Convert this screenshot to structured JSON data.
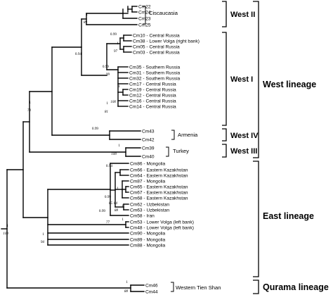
{
  "taxa": [
    {
      "id": "Cm22",
      "label": "Cm22"
    },
    {
      "id": "Cm24",
      "label": "Cm24"
    },
    {
      "id": "Cm23",
      "label": "Cm23"
    },
    {
      "id": "Cm25",
      "label": "Cm25"
    },
    {
      "id": "Cm10",
      "label": "Cm10 - Central Russia"
    },
    {
      "id": "Cm38",
      "label": "Cm38 - Lower Volga (right bank)"
    },
    {
      "id": "Cm05",
      "label": "Cm05 - Central Russia"
    },
    {
      "id": "Cm03",
      "label": "Cm03 - Central Russia"
    },
    {
      "id": "Cm35",
      "label": "Cm35 - Southern Russia"
    },
    {
      "id": "Cm31",
      "label": "Cm31 - Southern Russia"
    },
    {
      "id": "Cm32",
      "label": "Cm32 - Southern Russia"
    },
    {
      "id": "Cm17",
      "label": "Cm17 - Central Russia"
    },
    {
      "id": "Cm19",
      "label": "Cm19 - Central Russia"
    },
    {
      "id": "Cm12",
      "label": "Cm12 - Central Russia"
    },
    {
      "id": "Cm16",
      "label": "Cm16 - Central Russia"
    },
    {
      "id": "Cm14",
      "label": "Cm14 - Central Russia"
    },
    {
      "id": "Cm43",
      "label": "Cm43"
    },
    {
      "id": "Cm42",
      "label": "Cm42"
    },
    {
      "id": "Cm39",
      "label": "Cm39"
    },
    {
      "id": "Cm40",
      "label": "Cm40"
    },
    {
      "id": "Cm86",
      "label": "Cm86 - Mongolia"
    },
    {
      "id": "Cm66",
      "label": "Cm66 - Eastern Kazakhstan"
    },
    {
      "id": "Cm64",
      "label": "Cm64 - Eastern Kazakhstan"
    },
    {
      "id": "Cm87",
      "label": "Cm87 - Mongolia"
    },
    {
      "id": "Cm65",
      "label": "Cm65 - Eastern Kazakhstan"
    },
    {
      "id": "Cm67",
      "label": "Cm67 - Eastern Kazakhstan"
    },
    {
      "id": "Cm68",
      "label": "Cm68 - Eastern Kazakhstan"
    },
    {
      "id": "Cm62",
      "label": "Cm62 - Uzbekistan"
    },
    {
      "id": "Cm63",
      "label": "Cm63 - Uzbekistan"
    },
    {
      "id": "Cm58",
      "label": "Cm58 - Iran"
    },
    {
      "id": "Cm53",
      "label": "Cm53 - Lower Volga (left bank)"
    },
    {
      "id": "Cm48",
      "label": "Cm48 - Lower Volga (left bank)"
    },
    {
      "id": "Cm90",
      "label": "Cm90 - Mongolia"
    },
    {
      "id": "Cm89",
      "label": "Cm89 - Mongolia"
    },
    {
      "id": "Cm88",
      "label": "Cm88 - Mongolia"
    },
    {
      "id": "Cm46",
      "label": "Cm46"
    },
    {
      "id": "Cm44",
      "label": "Cm44"
    }
  ],
  "group_labels": [
    {
      "id": "ciscaucasia",
      "text": "Ciscaucasia"
    },
    {
      "id": "armenia",
      "text": "Armenia"
    },
    {
      "id": "turkey",
      "text": "Turkey"
    },
    {
      "id": "western-tien-shan",
      "text": "Western Tien Shan"
    }
  ],
  "clades": [
    {
      "id": "west-ii",
      "text": "West II"
    },
    {
      "id": "west-i",
      "text": "West I"
    },
    {
      "id": "west-iv",
      "text": "West IV"
    },
    {
      "id": "west-iii",
      "text": "West III"
    }
  ],
  "lineages": [
    {
      "id": "west",
      "text": "West lineage"
    },
    {
      "id": "east",
      "text": "East lineage"
    },
    {
      "id": "qurama",
      "text": "Qurama lineage"
    }
  ],
  "support_values": [
    {
      "id": "root",
      "top": "1",
      "bottom": "100"
    },
    {
      "id": "west-all",
      "top": "1",
      "bottom": "73"
    },
    {
      "id": "west-ii-i",
      "top": "0.94",
      "bottom": ""
    },
    {
      "id": "west-ii",
      "top": "1",
      "bottom": "89"
    },
    {
      "id": "west-i",
      "top": "1",
      "bottom": "81"
    },
    {
      "id": "west-i-sub",
      "top": "0.99",
      "bottom": "99"
    },
    {
      "id": "cm10-38",
      "top": "0.99",
      "bottom": ""
    },
    {
      "id": "cm05-03",
      "top": "1",
      "bottom": "97"
    },
    {
      "id": "cm19-12",
      "top": "1",
      "bottom": "100"
    },
    {
      "id": "west-iv",
      "top": "0.99",
      "bottom": ""
    },
    {
      "id": "west-iii",
      "top": "1",
      "bottom": "100"
    },
    {
      "id": "east-all",
      "top": "1",
      "bottom": "94"
    },
    {
      "id": "east-a",
      "top": "0.99",
      "bottom": "77"
    },
    {
      "id": "east-b",
      "top": "0.99",
      "bottom": "85"
    },
    {
      "id": "cm66-64",
      "top": "0.94",
      "bottom": ""
    },
    {
      "id": "cm65-67",
      "top": "1",
      "bottom": "84"
    },
    {
      "id": "cm62-63",
      "top": "1",
      "bottom": "88"
    },
    {
      "id": "cm53-48",
      "top": "1",
      "bottom": ""
    },
    {
      "id": "qurama",
      "top": "1",
      "bottom": "88"
    }
  ]
}
